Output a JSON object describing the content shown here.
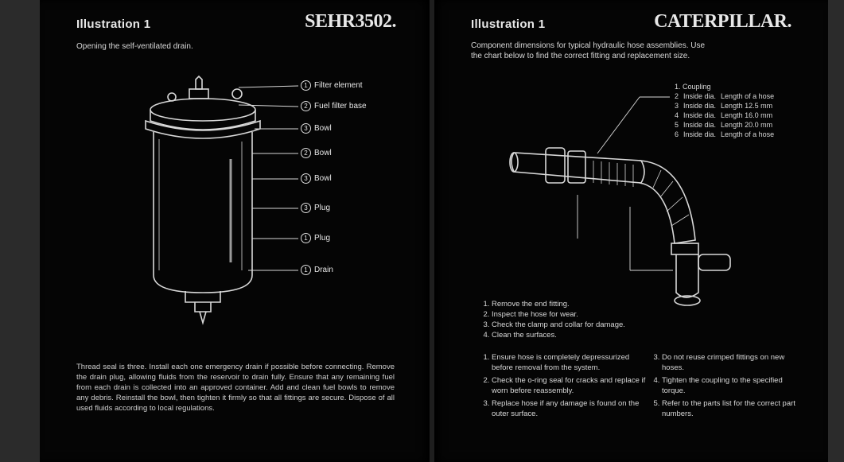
{
  "left_page": {
    "title": "Illustration 1",
    "doc_code": "SEHR3502.",
    "caption": "Opening the self-ventilated drain.",
    "callouts": [
      {
        "num": "1",
        "label": "Filter element"
      },
      {
        "num": "2",
        "label": "Fuel filter base"
      },
      {
        "num": "3",
        "label": "Bowl"
      },
      {
        "num": "2",
        "label": "Bowl"
      },
      {
        "num": "3",
        "label": "Bowl"
      },
      {
        "num": "3",
        "label": "Plug"
      },
      {
        "num": "1",
        "label": "Plug"
      },
      {
        "num": "1",
        "label": "Drain"
      }
    ],
    "paragraph": "Thread seal is three. Install each one emergency drain if possible before connecting. Remove the drain plug, allowing fluids from the reservoir to drain fully. Ensure that any remaining fuel from each drain is collected into an approved container. Add and clean fuel bowls to remove any debris. Reinstall the bowl, then tighten it firmly so that all fittings are secure. Dispose of all used fluids according to local regulations."
  },
  "right_page": {
    "title": "Illustration 1",
    "brand": "CATERPILLAR.",
    "intro": "Component dimensions for typical hydraulic hose assemblies. Use the chart below to find the correct fitting and replacement size.",
    "legend_title": "1. Coupling",
    "legend": [
      {
        "num": "2",
        "a": "Inside dia.",
        "b": "Length of a hose"
      },
      {
        "num": "3",
        "a": "Inside dia.",
        "b": "Length 12.5 mm"
      },
      {
        "num": "4",
        "a": "Inside dia.",
        "b": "Length 16.0 mm"
      },
      {
        "num": "5",
        "a": "Inside dia.",
        "b": "Length 20.0 mm"
      },
      {
        "num": "6",
        "a": "Inside dia.",
        "b": "Length of a hose"
      }
    ],
    "steps": [
      "Remove the end fitting.",
      "Inspect the hose for wear.",
      "Check the clamp and collar for damage.",
      "Clean the surfaces."
    ],
    "col_left": [
      "Ensure hose is completely depressurized before removal from the system.",
      "Check the o-ring seal for cracks and replace if worn before reassembly.",
      "Replace hose if any damage is found on the outer surface."
    ],
    "col_right": [
      "Do not reuse crimped fittings on new hoses.",
      "Tighten the coupling to the specified torque.",
      "Refer to the parts list for the correct part numbers."
    ]
  }
}
